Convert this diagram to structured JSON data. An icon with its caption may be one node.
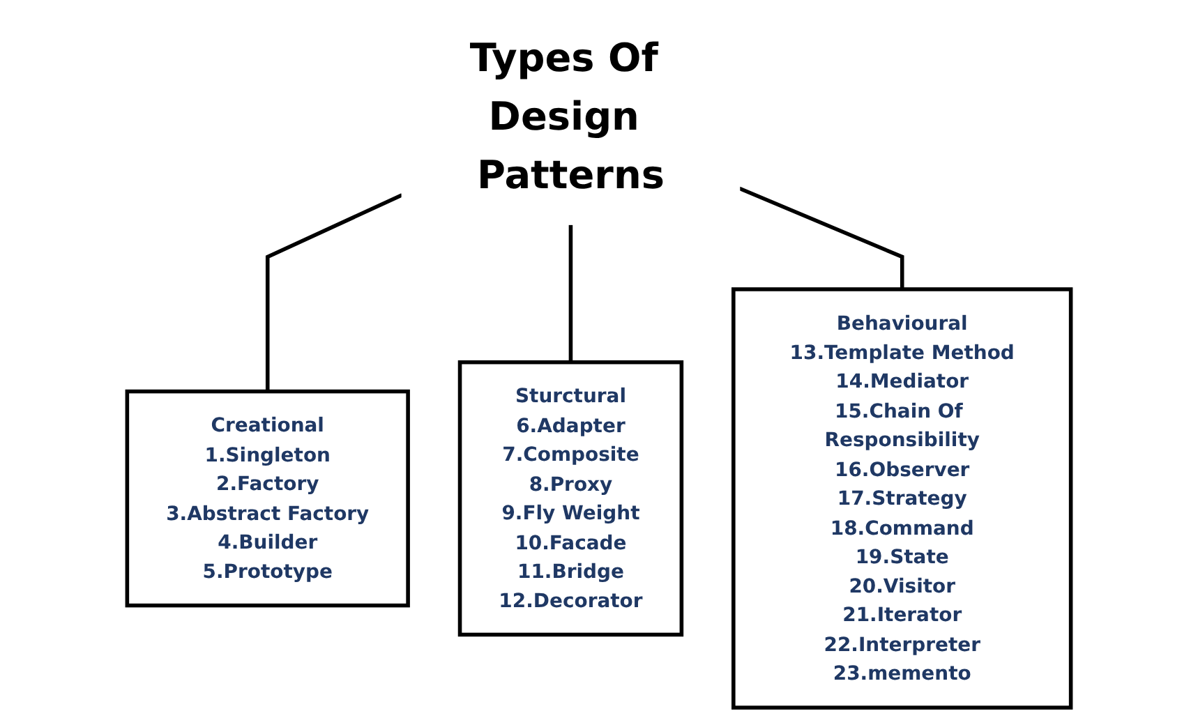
{
  "diagram": {
    "nodes": [
      {
        "text": [
          "Types Of Design Patterns"
        ]
      },
      {
        "text": [
          "Creational",
          "1.Singleton",
          "2.Factory",
          "3.Abstract Factory",
          "4.Builder",
          "5.Prototype"
        ]
      },
      {
        "text": [
          "Sturctural",
          "6.Adapter",
          "7.Composite",
          "8.Proxy",
          "9.Fly Weight",
          "10.Facade",
          "11.Bridge",
          "12.Decorator"
        ]
      },
      {
        "text": [
          "Behavioural",
          "13.Template Method",
          "14.Mediator",
          "15.Chain Of Responsibility",
          "16.Observer",
          "17.Strategy",
          "18.Command",
          "19.State",
          "20.Visitor",
          "21.Iterator",
          "22.Interpreter",
          "23.memento"
        ]
      }
    ],
    "edges": [
      {
        "from": 0,
        "to": 1,
        "arrow": "none"
      },
      {
        "from": 0,
        "to": 2,
        "arrow": "none"
      },
      {
        "from": 0,
        "to": 3,
        "arrow": "none"
      }
    ]
  }
}
